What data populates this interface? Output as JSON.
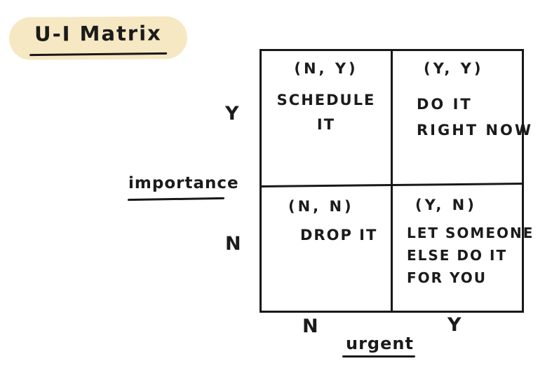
{
  "title": {
    "text": "U-I Matrix",
    "highlight_color": "#f6e8c2"
  },
  "matrix": {
    "quadrants": [
      {
        "id": "top-left",
        "coords": "(N, Y)",
        "lines": [
          "SCHEDULE",
          "IT"
        ]
      },
      {
        "id": "top-right",
        "coords": "(Y, Y)",
        "lines": [
          "DO  IT",
          "RIGHT NOW"
        ]
      },
      {
        "id": "bottom-left",
        "coords": "(N, N)",
        "lines": [
          "DROP IT"
        ]
      },
      {
        "id": "bottom-right",
        "coords": "(Y, N)",
        "lines": [
          "LET SOMEONE",
          "ELSE DO IT",
          "FOR YOU"
        ]
      }
    ]
  },
  "y_axis": {
    "label": "importance",
    "top_value": "Y",
    "bottom_value": "N"
  },
  "x_axis": {
    "label": "urgent",
    "left_value": "N",
    "right_value": "Y"
  },
  "colors": {
    "ink": "#1b1b1b",
    "highlight": "#f6e8c2",
    "background": "#ffffff"
  }
}
